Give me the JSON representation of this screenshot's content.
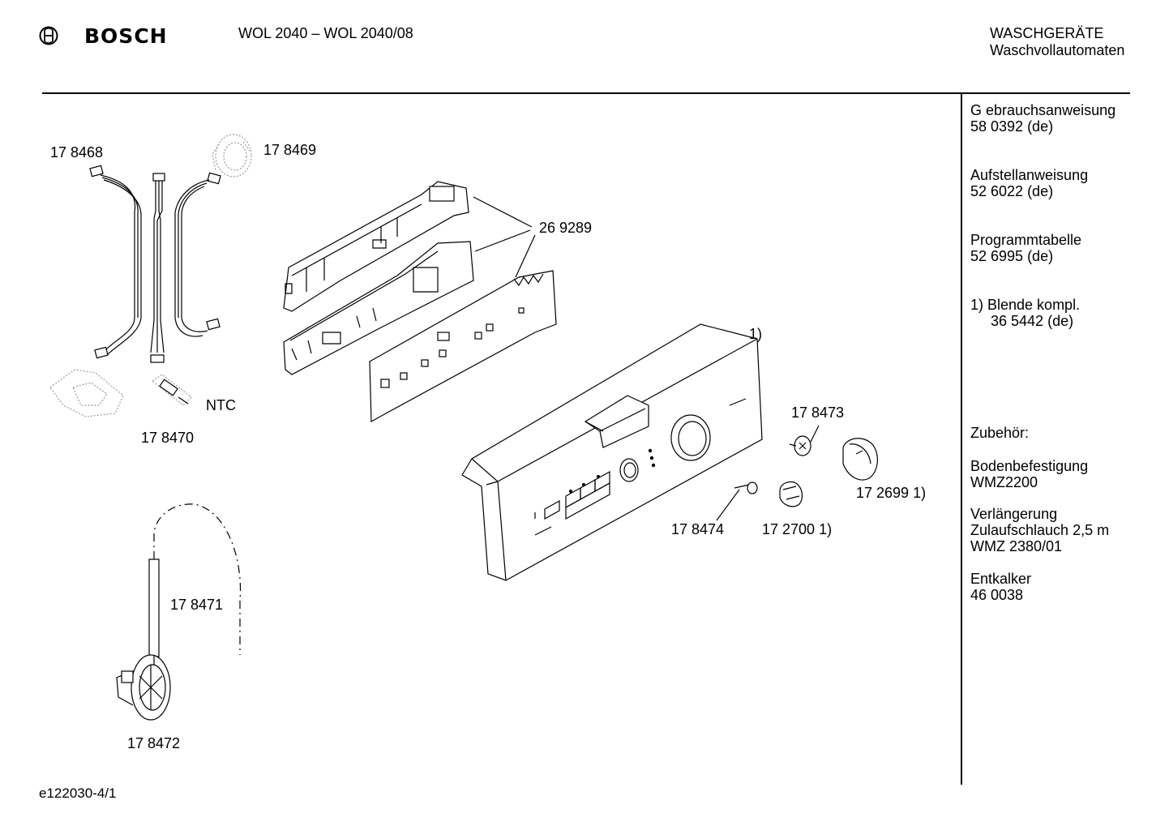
{
  "header": {
    "brand": "BOSCH",
    "model": "WOL 2040   – WOL 2040/08",
    "category_line1": "WASCHGERÄTE",
    "category_line2": "Waschvollautomaten"
  },
  "sidebar": {
    "docs": [
      {
        "title": "G ebrauchsanweisung",
        "number": "58 0392 (de)"
      },
      {
        "title": "Aufstellanweisung",
        "number": "52 6022 (de)"
      },
      {
        "title": "Programmtabelle",
        "number": "52 6995 (de)"
      },
      {
        "title": "1)  Blende kompl.",
        "number": "     36 5442 (de)"
      }
    ],
    "accessories_heading": "Zubehör:",
    "accessories": [
      {
        "lines": [
          "Bodenbefestigung",
          "WMZ2200"
        ]
      },
      {
        "lines": [
          "Verlängerung",
          "Zulaufschlauch 2,5 m",
          "WMZ 2380/01"
        ]
      },
      {
        "lines": [
          "Entkalker",
          "46 0038"
        ]
      }
    ]
  },
  "parts": {
    "p178468": "17 8468",
    "p178469": "17 8469",
    "p269289": "26 9289",
    "p178470": "17 8470",
    "ntc": "NTC",
    "note1": "1)",
    "p178473": "17 8473",
    "p172699": "17 2699 1)",
    "p178474": "17 8474",
    "p172700": "17 2700 1)",
    "p178471": "17 8471",
    "p178472": "17 8472"
  },
  "footer": {
    "code": "e122030-4/1"
  }
}
